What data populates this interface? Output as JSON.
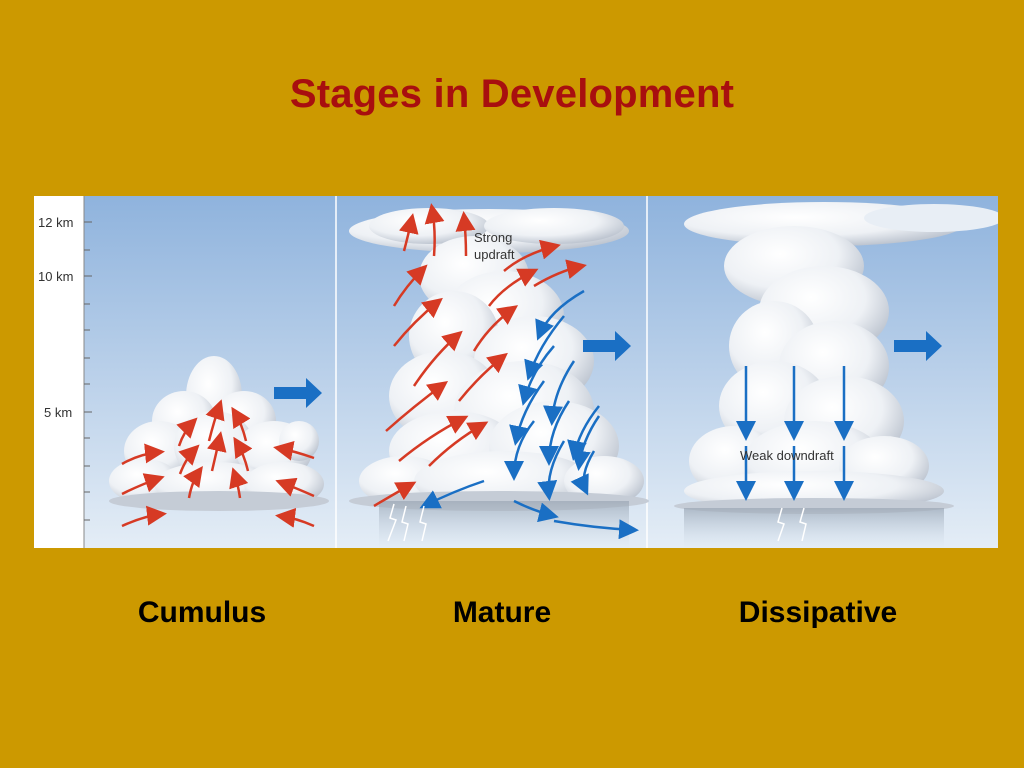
{
  "slide": {
    "title": "Stages in Development"
  },
  "figure": {
    "altitude_labels": [
      "12 km",
      "10 km",
      "5 km"
    ],
    "annotations": {
      "mature": "Strong\nupdraft",
      "mature_line1": "Strong",
      "mature_line2": "updraft",
      "dissipative": "Weak downdraft"
    },
    "colors": {
      "updraft": "#d63a24",
      "downdraft": "#1a6fc4",
      "storm_motion": "#1a6fc4",
      "sky_top": "#8fb3dd",
      "sky_bottom": "#e4edf6"
    },
    "icons": [
      "storm-motion-arrow-icon",
      "lightning-icon"
    ]
  },
  "stages": [
    {
      "label": "Cumulus"
    },
    {
      "label": "Mature"
    },
    {
      "label": "Dissipative"
    }
  ]
}
